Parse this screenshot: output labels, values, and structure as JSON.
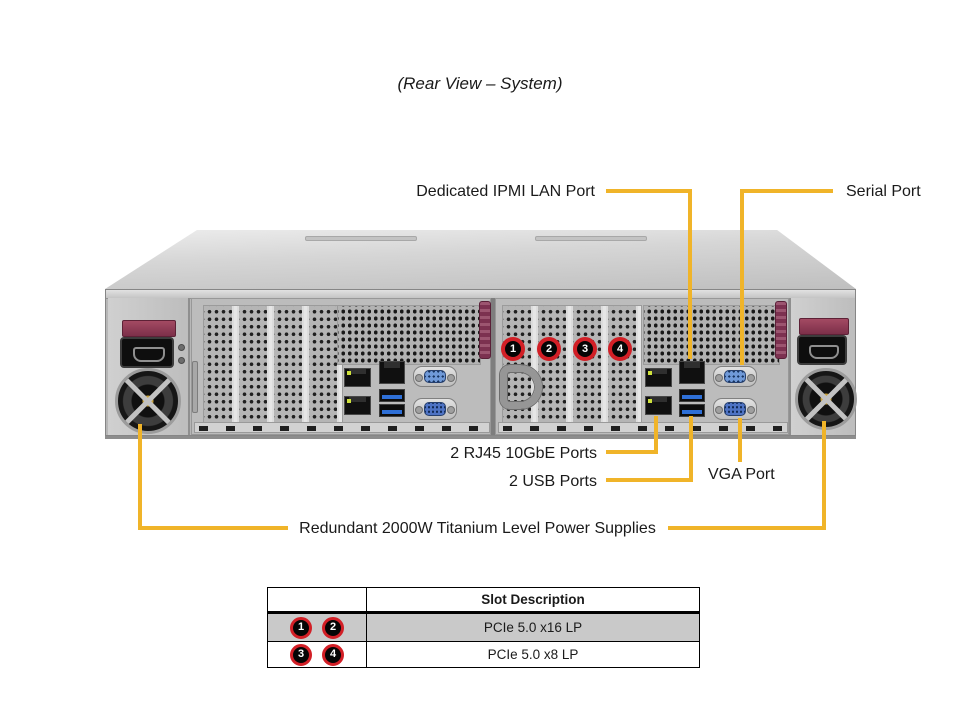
{
  "title": "(Rear View – System)",
  "callouts": {
    "ipmi_lan": "Dedicated IPMI LAN Port",
    "serial": "Serial Port",
    "rj45": "2 RJ45 10GbE Ports",
    "usb": "2 USB Ports",
    "vga": "VGA Port",
    "power": "Redundant 2000W Titanium Level Power Supplies"
  },
  "chassis": {
    "slot_badges": [
      "1",
      "2",
      "3",
      "4"
    ]
  },
  "slot_table": {
    "header": "Slot Description",
    "rows": [
      {
        "badges": [
          "1",
          "2"
        ],
        "description": "PCIe 5.0 x16 LP"
      },
      {
        "badges": [
          "3",
          "4"
        ],
        "description": "PCIe 5.0 x8 LP"
      }
    ]
  },
  "colors": {
    "callout_line": "#F0B429",
    "badge_ring": "#D21F26",
    "usb_blue": "#2E6FD6",
    "vga_blue": "#4E73C4",
    "serial_blue": "#6F99D8",
    "psu_latch_maroon": "#8A3350"
  }
}
